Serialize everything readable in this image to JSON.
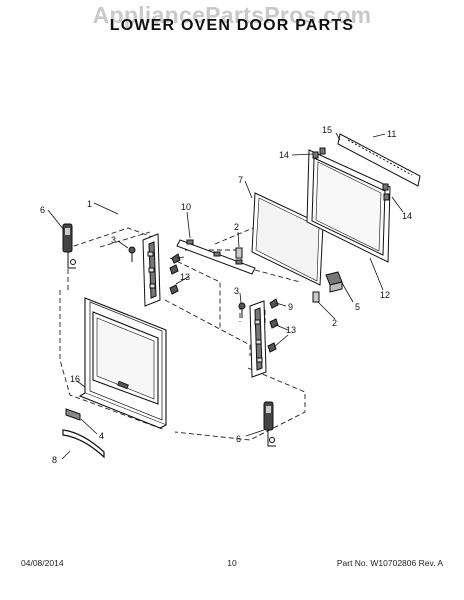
{
  "watermark": "AppliancePartsPros.com",
  "title": "LOWER OVEN DOOR PARTS",
  "callouts": {
    "c1": "1",
    "c2a": "2",
    "c2b": "2",
    "c3a": "3",
    "c3b": "3",
    "c4": "4",
    "c5": "5",
    "c6a": "6",
    "c6b": "6",
    "c7": "7",
    "c8": "8",
    "c9": "9",
    "c10": "10",
    "c11": "11",
    "c12": "12",
    "c13a": "13",
    "c13b": "13",
    "c14a": "14",
    "c14b": "14",
    "c15": "15",
    "c16": "16"
  },
  "footer": {
    "date": "04/08/2014",
    "page": "10",
    "part": "Part No. W10702806  Rev. A"
  }
}
